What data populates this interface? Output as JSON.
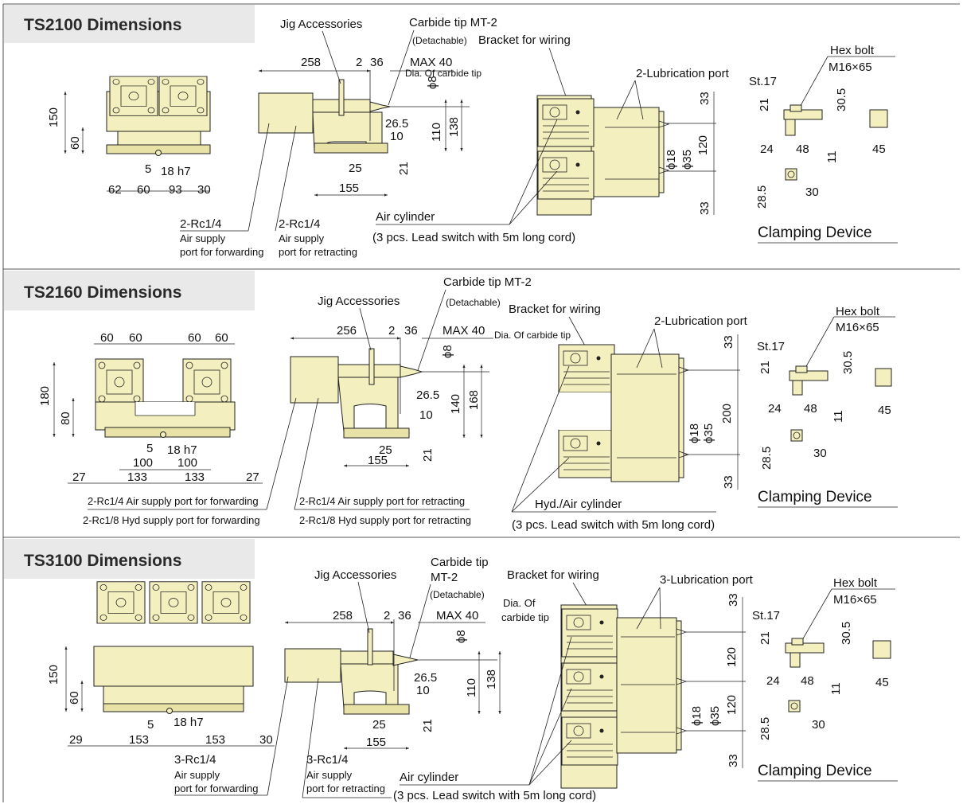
{
  "sections": [
    {
      "title": "TS2100 Dimensions",
      "jig_accessories": "Jig Accessories",
      "carbide_tip": "Carbide tip MT-2",
      "detachable": "(Detachable)",
      "bracket": "Bracket for wiring",
      "dia_carbide": "Dia. Of carbide tip",
      "max40": "MAX 40",
      "lubrication": "2-Lubrication port",
      "st17": "St.17",
      "hex_bolt": "Hex bolt",
      "hex_spec": "M16×65",
      "air_cylinder": "Air cylinder",
      "lead_switch": "(3 pcs. Lead switch with 5m long cord)",
      "port_fwd_1": "2-Rc1/4",
      "port_fwd_2": "Air supply",
      "port_fwd_3": "port for forwarding",
      "port_ret_1": "2-Rc1/4",
      "port_ret_2": "Air supply",
      "port_ret_3": "port for retracting",
      "clamping": "Clamping Device",
      "dims": {
        "d150": "150",
        "d60v": "60",
        "d5": "5",
        "d18h7": "18 h7",
        "d62": "62",
        "d60": "60",
        "d93": "93",
        "d30": "30",
        "d258": "258",
        "d2": "2",
        "d36": "36",
        "dphi8": "ϕ8",
        "d26_5": "26.5",
        "d10": "10",
        "d110": "110",
        "d138": "138",
        "d25": "25",
        "d21": "21",
        "d155": "155",
        "d33a": "33",
        "d120": "120",
        "d33b": "33",
        "dphi18": "ϕ18",
        "dphi35": "ϕ35",
        "c21": "21",
        "c30_5": "30.5",
        "c24": "24",
        "c48": "48",
        "c11": "11",
        "c45": "45",
        "c28_5": "28.5",
        "c30": "30"
      }
    },
    {
      "title": "TS2160 Dimensions",
      "jig_accessories": "Jig Accessories",
      "carbide_tip": "Carbide tip MT-2",
      "detachable": "(Detachable)",
      "bracket": "Bracket for wiring",
      "dia_carbide": "Dia. Of carbide tip",
      "max40": "MAX 40",
      "lubrication": "2-Lubrication port",
      "st17": "St.17",
      "hex_bolt": "Hex bolt",
      "hex_spec": "M16×65",
      "air_cylinder": "Hyd./Air cylinder",
      "lead_switch": "(3 pcs. Lead switch with 5m long cord)",
      "port_fwd_1": "2-Rc1/4 Air supply port for forwarding",
      "port_fwd_2": "2-Rc1/8 Hyd supply port for forwarding",
      "port_ret_1": "2-Rc1/4 Air supply port for retracting",
      "port_ret_2": "2-Rc1/8 Hyd supply port for retracting",
      "clamping": "Clamping Device",
      "dims": {
        "d60a": "60",
        "d60b": "60",
        "d60c": "60",
        "d60d": "60",
        "d180": "180",
        "d80": "80",
        "d5": "5",
        "d18h7": "18 h7",
        "d100a": "100",
        "d100b": "100",
        "d27a": "27",
        "d133a": "133",
        "d133b": "133",
        "d27b": "27",
        "d256": "256",
        "d2": "2",
        "d36": "36",
        "dphi8": "ϕ8",
        "d26_5": "26.5",
        "d10": "10",
        "d140": "140",
        "d168": "168",
        "d25": "25",
        "d21": "21",
        "d155": "155",
        "d33a": "33",
        "d200": "200",
        "d33b": "33",
        "dphi18": "ϕ18",
        "dphi35": "ϕ35",
        "c21": "21",
        "c30_5": "30.5",
        "c24": "24",
        "c48": "48",
        "c11": "11",
        "c45": "45",
        "c28_5": "28.5",
        "c30": "30"
      }
    },
    {
      "title": "TS3100 Dimensions",
      "jig_accessories": "Jig Accessories",
      "carbide_tip_1": "Carbide tip",
      "carbide_tip_2": "MT-2",
      "detachable": "(Detachable)",
      "bracket": "Bracket for wiring",
      "dia_carbide_1": "Dia. Of",
      "dia_carbide_2": "carbide tip",
      "max40": "MAX 40",
      "lubrication": "3-Lubrication port",
      "st17": "St.17",
      "hex_bolt": "Hex bolt",
      "hex_spec": "M16×65",
      "air_cylinder": "Air cylinder",
      "lead_switch": "(3 pcs. Lead switch with 5m long cord)",
      "port_fwd_1": "3-Rc1/4",
      "port_fwd_2": "Air supply",
      "port_fwd_3": "port for forwarding",
      "port_ret_1": "3-Rc1/4",
      "port_ret_2": "Air supply",
      "port_ret_3": "port for retracting",
      "clamping": "Clamping Device",
      "dims": {
        "d150": "150",
        "d60v": "60",
        "d5": "5",
        "d18h7": "18 h7",
        "d29": "29",
        "d153a": "153",
        "d153b": "153",
        "d30": "30",
        "d258": "258",
        "d2": "2",
        "d36": "36",
        "dphi8": "ϕ8",
        "d26_5": "26.5",
        "d10": "10",
        "d110": "110",
        "d138": "138",
        "d25": "25",
        "d21": "21",
        "d155": "155",
        "d33a": "33",
        "d120a": "120",
        "d120b": "120",
        "d33b": "33",
        "dphi18": "ϕ18",
        "dphi35": "ϕ35",
        "c21": "21",
        "c30_5": "30.5",
        "c24": "24",
        "c48": "48",
        "c11": "11",
        "c45": "45",
        "c28_5": "28.5",
        "c30": "30"
      }
    }
  ]
}
